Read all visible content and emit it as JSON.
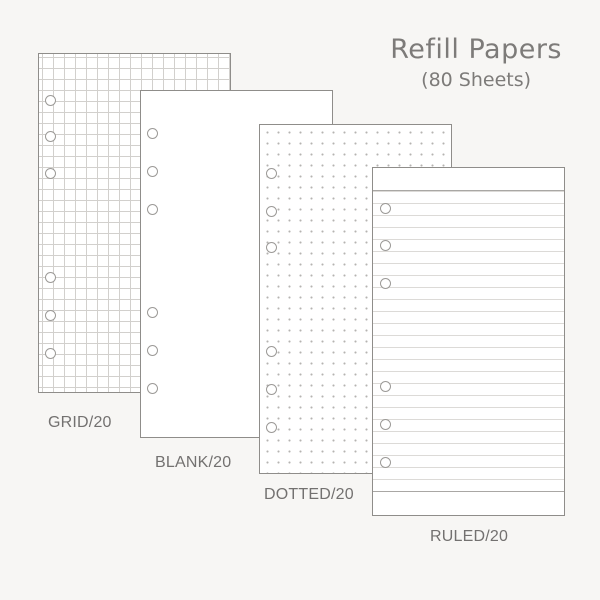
{
  "title": {
    "main": "Refill Papers",
    "sub": "(80 Sheets)"
  },
  "sheets": [
    {
      "name": "grid",
      "label": "GRID/20"
    },
    {
      "name": "blank",
      "label": "BLANK/20"
    },
    {
      "name": "dotted",
      "label": "DOTTED/20"
    },
    {
      "name": "ruled",
      "label": "RULED/20"
    }
  ],
  "colors": {
    "background": "#f7f6f4",
    "text": "#7d7b79",
    "border": "#8f8d8a"
  }
}
